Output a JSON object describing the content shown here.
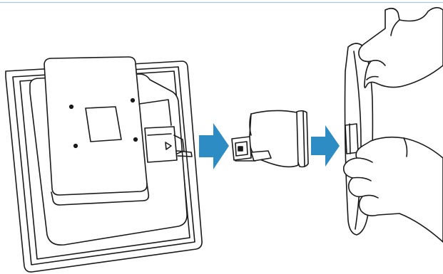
{
  "colors": {
    "background": "#ffffff",
    "top_rule": "#a9c4dd",
    "line_art": "#1a1a1a",
    "arrow_fill": "#2d8cc4"
  },
  "steps": [
    {
      "name": "monitor-back",
      "icon": "monitor-rear-icon"
    },
    {
      "name": "arrow",
      "icon": "right-arrow-icon"
    },
    {
      "name": "stand",
      "icon": "stand-neck-icon"
    },
    {
      "name": "arrow",
      "icon": "right-arrow-icon"
    },
    {
      "name": "attach",
      "icon": "hands-attaching-stand-icon"
    }
  ]
}
